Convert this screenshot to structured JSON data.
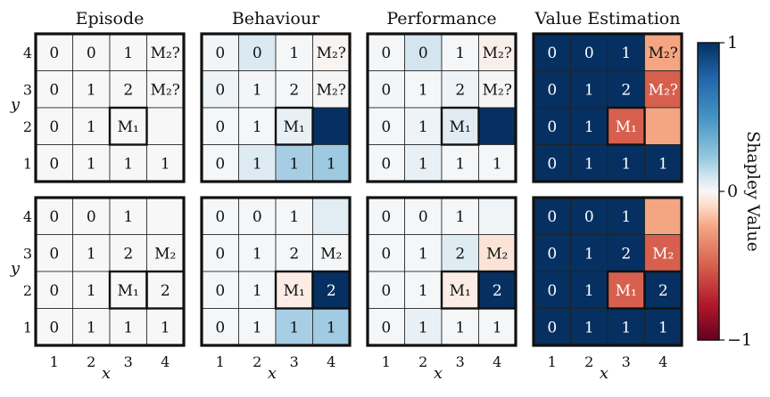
{
  "columns": [
    "Episode",
    "Behaviour",
    "Performance",
    "Value Estimation"
  ],
  "x_ticks": [
    "1",
    "2",
    "3",
    "4"
  ],
  "y_ticks": [
    "4",
    "3",
    "2",
    "1"
  ],
  "x_label": "x",
  "y_label": "y",
  "colorbar": {
    "label": "Shapley Value",
    "ticks": [
      "1",
      "0",
      "−1"
    ],
    "colors": {
      "neg": "#67001f",
      "mid": "#f7f7f7",
      "pos": "#053061"
    }
  },
  "rows": [
    {
      "cells": [
        [
          "0",
          "0",
          "1",
          "M₂?"
        ],
        [
          "0",
          "1",
          "2",
          "M₂?"
        ],
        [
          "0",
          "1",
          "M₁",
          ""
        ],
        [
          "0",
          "1",
          "1",
          "1"
        ]
      ],
      "highlight": [
        [
          2,
          2
        ]
      ],
      "fills": [
        [
          [
            "#f7f7f7",
            "#f7f7f7",
            "#f7f7f7",
            "#f7f7f7"
          ],
          [
            "#f7f7f7",
            "#f7f7f7",
            "#f7f7f7",
            "#f7f7f7"
          ],
          [
            "#f7f7f7",
            "#f7f7f7",
            "#f7f7f7",
            "#f7f7f7"
          ],
          [
            "#f7f7f7",
            "#f7f7f7",
            "#f7f7f7",
            "#f7f7f7"
          ]
        ],
        [
          [
            "#f1f5f8",
            "#dbe9f2",
            "#f4f6f8",
            "#f7f4f2"
          ],
          [
            "#eef3f7",
            "#f3f5f7",
            "#f4f6f8",
            "#f5f5f5"
          ],
          [
            "#f4f6f8",
            "#f4f6f8",
            "#e9f0f5",
            "#053061"
          ],
          [
            "#f4f6f8",
            "#dfebf3",
            "#a7cde5",
            "#9ecae1"
          ]
        ],
        [
          [
            "#f4f6f8",
            "#d4e5f0",
            "#f4f6f8",
            "#f9efea"
          ],
          [
            "#f3f5f7",
            "#f4f6f8",
            "#eef3f7",
            "#f5f5f5"
          ],
          [
            "#f4f6f8",
            "#eef3f7",
            "#e1ebf1",
            "#053061"
          ],
          [
            "#f4f6f8",
            "#e8f0f5",
            "#f4f6f8",
            "#f4f6f8"
          ]
        ],
        [
          [
            "#053061",
            "#053061",
            "#053061",
            "#f4a582"
          ],
          [
            "#053061",
            "#053061",
            "#053061",
            "#d6604d"
          ],
          [
            "#053061",
            "#053061",
            "#d6604d",
            "#f4a582"
          ],
          [
            "#053061",
            "#053061",
            "#053061",
            "#053061"
          ]
        ]
      ]
    },
    {
      "cells": [
        [
          "0",
          "0",
          "1",
          ""
        ],
        [
          "0",
          "1",
          "2",
          "M₂"
        ],
        [
          "0",
          "1",
          "M₁",
          "2"
        ],
        [
          "0",
          "1",
          "1",
          "1"
        ]
      ],
      "highlight": [
        [
          2,
          2
        ],
        [
          2,
          3
        ]
      ],
      "fills": [
        [
          [
            "#f7f7f7",
            "#f7f7f7",
            "#f7f7f7",
            "#f7f7f7"
          ],
          [
            "#f7f7f7",
            "#f7f7f7",
            "#f7f7f7",
            "#f7f7f7"
          ],
          [
            "#f7f7f7",
            "#f7f7f7",
            "#f7f7f7",
            "#f7f7f7"
          ],
          [
            "#f7f7f7",
            "#f7f7f7",
            "#f7f7f7",
            "#f7f7f7"
          ]
        ],
        [
          [
            "#f4f6f8",
            "#f4f6f8",
            "#f4f6f8",
            "#e1ecf3"
          ],
          [
            "#f4f6f8",
            "#f4f6f8",
            "#f4f6f8",
            "#f4f6f8"
          ],
          [
            "#f4f6f8",
            "#f4f6f8",
            "#fbece5",
            "#053061"
          ],
          [
            "#f4f6f8",
            "#f4f6f8",
            "#a8cee5",
            "#a0cbe2"
          ]
        ],
        [
          [
            "#f4f6f8",
            "#f4f6f8",
            "#f4f6f8",
            "#f0f4f7"
          ],
          [
            "#f4f6f8",
            "#f4f6f8",
            "#dfebf3",
            "#fbe3d7"
          ],
          [
            "#f4f6f8",
            "#f4f6f8",
            "#fbece5",
            "#053061"
          ],
          [
            "#f4f6f8",
            "#e8f0f5",
            "#f4f6f8",
            "#f4f6f8"
          ]
        ],
        [
          [
            "#053061",
            "#053061",
            "#053061",
            "#f4a582"
          ],
          [
            "#053061",
            "#053061",
            "#053061",
            "#d6604d"
          ],
          [
            "#053061",
            "#053061",
            "#d6604d",
            "#053061"
          ],
          [
            "#053061",
            "#053061",
            "#053061",
            "#053061"
          ]
        ]
      ]
    }
  ]
}
